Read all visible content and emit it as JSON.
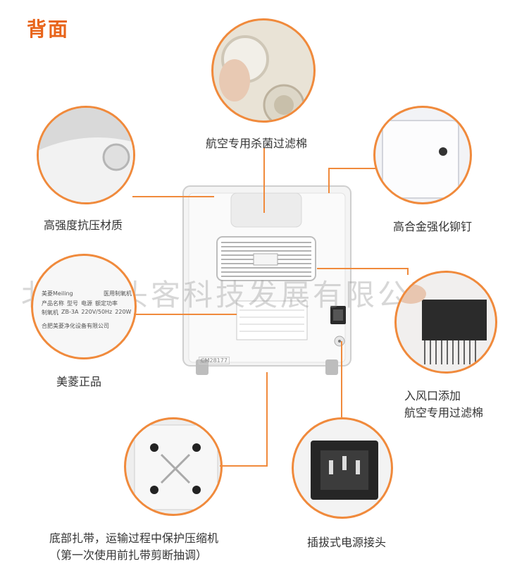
{
  "page": {
    "title": "背面"
  },
  "callouts": {
    "filter_cap": "航空专用杀菌过滤棉",
    "material": "高强度抗压材质",
    "rivet": "高合金强化铆钉",
    "label_plate": "美菱正品",
    "intake": [
      "入风口添加",
      "航空专用过滤棉"
    ],
    "strap": [
      "底部扎带，运输过程中保护压缩机",
      "（第一次使用前扎带剪断抽调）"
    ],
    "power": "插拔式电源接头"
  },
  "nameplate": {
    "brand": "美菱Meiling",
    "product": "医用制氧机",
    "model_label": "型号",
    "model": "ZB-3A",
    "voltage_label": "电源",
    "voltage": "220V/50Hz",
    "power_label": "额定功率",
    "power": "220W",
    "name_label": "产品名称",
    "name": "制氧机",
    "maker": "合肥美菱净化设备有限公司"
  },
  "watermark": "北京回头客科技发展有限公司",
  "serial_sticker": "CM28177"
}
